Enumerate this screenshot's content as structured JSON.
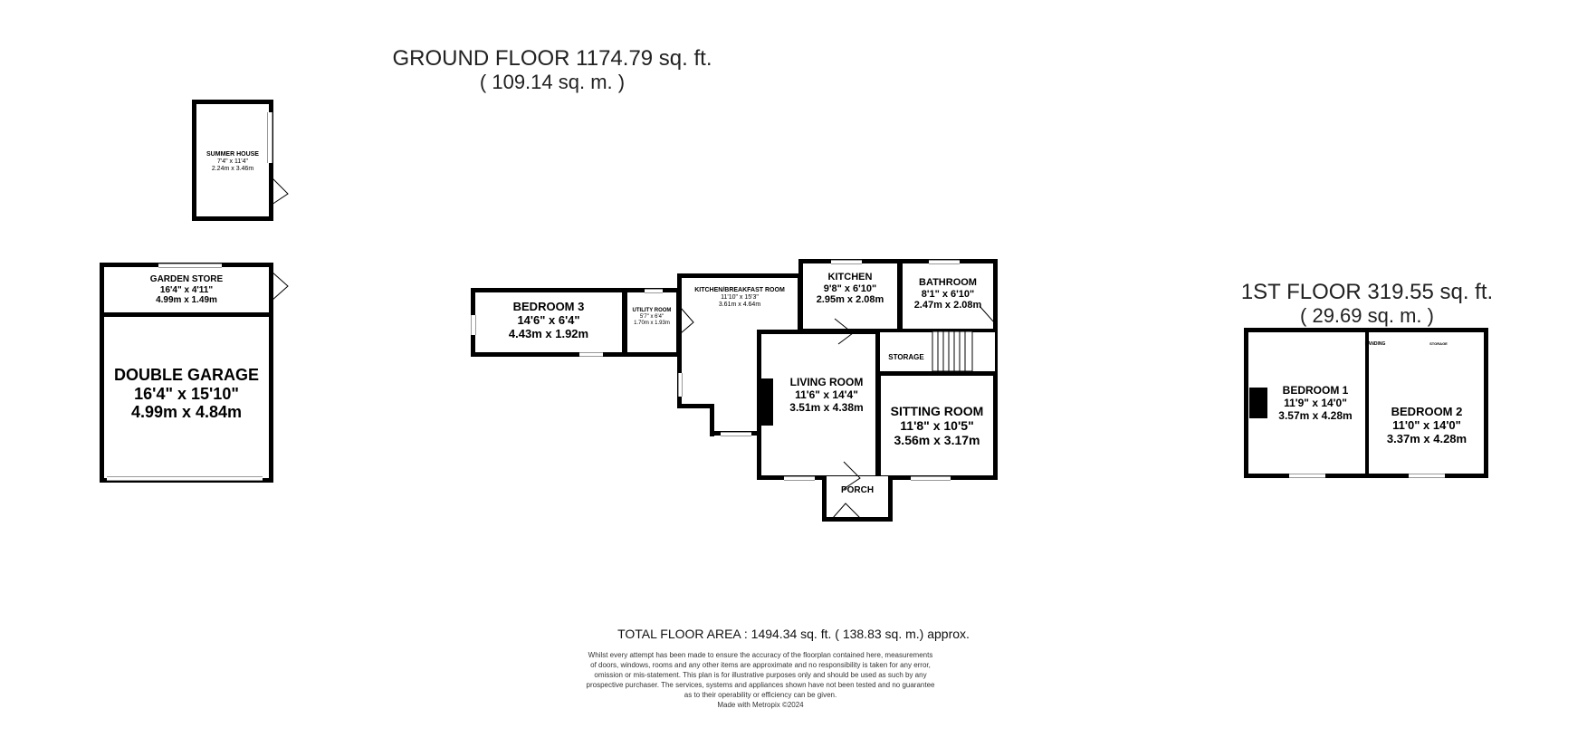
{
  "ground_floor": {
    "title": "GROUND FLOOR 1174.79 sq. ft.",
    "subtitle": "( 109.14 sq. m. )"
  },
  "first_floor": {
    "title": "1ST FLOOR 319.55 sq. ft.",
    "subtitle": "( 29.69 sq. m. )"
  },
  "rooms": {
    "summer_house": {
      "name": "SUMMER HOUSE",
      "imperial": "7'4\" x 11'4\"",
      "metric": "2.24m x 3.46m"
    },
    "garden_store": {
      "name": "GARDEN STORE",
      "imperial": "16'4\" x 4'11\"",
      "metric": "4.99m x 1.49m"
    },
    "double_garage": {
      "name": "DOUBLE GARAGE",
      "imperial": "16'4\" x 15'10\"",
      "metric": "4.99m x 4.84m"
    },
    "bedroom3": {
      "name": "BEDROOM 3",
      "imperial": "14'6\" x 6'4\"",
      "metric": "4.43m x 1.92m"
    },
    "utility": {
      "name": "UTILITY ROOM",
      "imperial": "5'7\" x 6'4\"",
      "metric": "1.70m x 1.93m"
    },
    "kitchen_breakfast": {
      "name": "KITCHEN/BREAKFAST ROOM",
      "imperial": "11'10\" x 15'3\"",
      "metric": "3.61m x 4.64m"
    },
    "kitchen": {
      "name": "KITCHEN",
      "imperial": "9'8\" x 6'10\"",
      "metric": "2.95m x 2.08m"
    },
    "bathroom": {
      "name": "BATHROOM",
      "imperial": "8'1\" x 6'10\"",
      "metric": "2.47m x 2.08m"
    },
    "storage": {
      "name": "STORAGE"
    },
    "living_room": {
      "name": "LIVING ROOM",
      "imperial": "11'6\" x 14'4\"",
      "metric": "3.51m x 4.38m"
    },
    "sitting_room": {
      "name": "SITTING ROOM",
      "imperial": "11'8\" x 10'5\"",
      "metric": "3.56m x 3.17m"
    },
    "porch": {
      "name": "PORCH"
    },
    "bedroom1": {
      "name": "BEDROOM 1",
      "imperial": "11'9\" x 14'0\"",
      "metric": "3.57m x 4.28m"
    },
    "bedroom2": {
      "name": "BEDROOM 2",
      "imperial": "11'0\" x 14'0\"",
      "metric": "3.37m x 4.28m"
    },
    "landing": {
      "name": "LANDING"
    },
    "storage_upper": {
      "name": "STORAGE"
    }
  },
  "footer": {
    "total": "TOTAL FLOOR AREA : 1494.34 sq. ft. ( 138.83 sq. m.) approx.",
    "disclaimer_lines": [
      "Whilst every attempt has been made to ensure the accuracy of the floorplan contained here, measurements",
      "of doors, windows, rooms and any other items are approximate and no responsibility is taken for any error,",
      "omission or mis-statement. This plan is for illustrative purposes only and should be used as such by any",
      "prospective purchaser. The services, systems and appliances shown have not been tested and no guarantee",
      "as to their operability or efficiency can be given.",
      "Made with Metropix ©2024"
    ]
  }
}
